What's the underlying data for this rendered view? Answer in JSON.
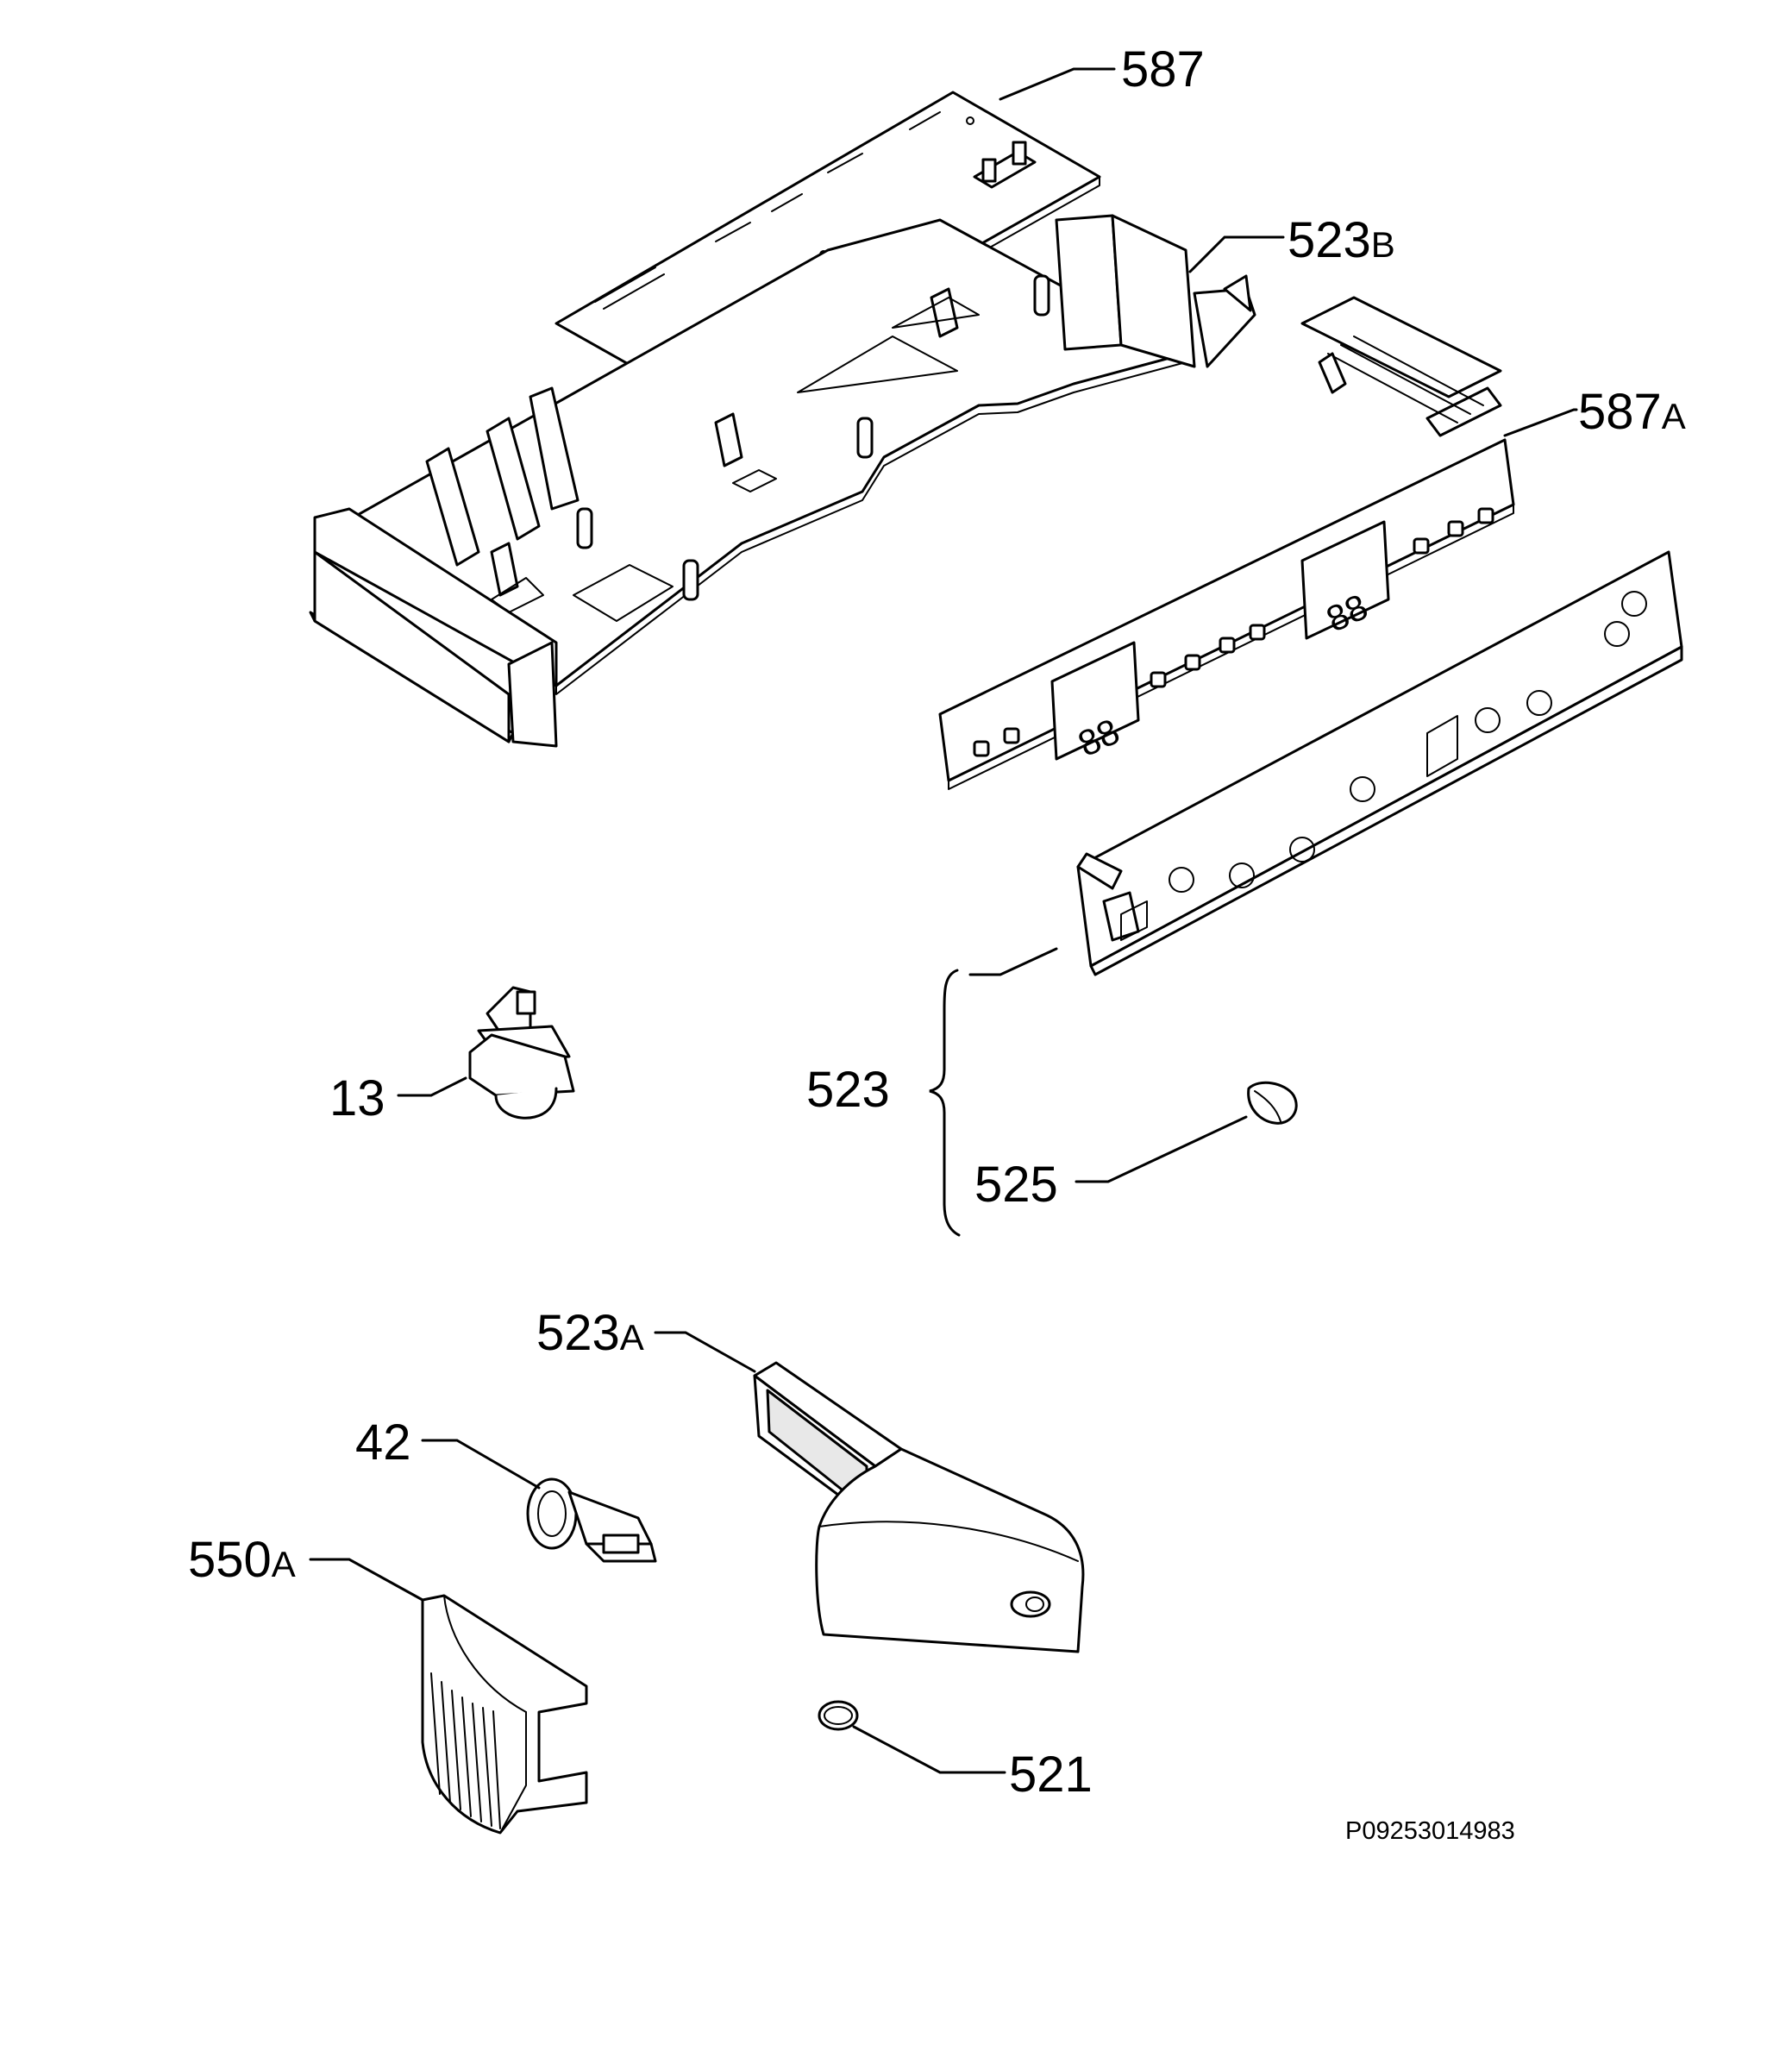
{
  "diagram": {
    "drawing_code": "P09253014983",
    "callouts": [
      {
        "id": "587",
        "main": "587",
        "suffix": ""
      },
      {
        "id": "523b",
        "main": "523",
        "suffix": "B"
      },
      {
        "id": "587a",
        "main": "587",
        "suffix": "A"
      },
      {
        "id": "523",
        "main": "523",
        "suffix": ""
      },
      {
        "id": "525",
        "main": "525",
        "suffix": ""
      },
      {
        "id": "13",
        "main": "13",
        "suffix": ""
      },
      {
        "id": "523a",
        "main": "523",
        "suffix": "A"
      },
      {
        "id": "42",
        "main": "42",
        "suffix": ""
      },
      {
        "id": "550a",
        "main": "550",
        "suffix": "A"
      },
      {
        "id": "521",
        "main": "521",
        "suffix": ""
      }
    ]
  }
}
